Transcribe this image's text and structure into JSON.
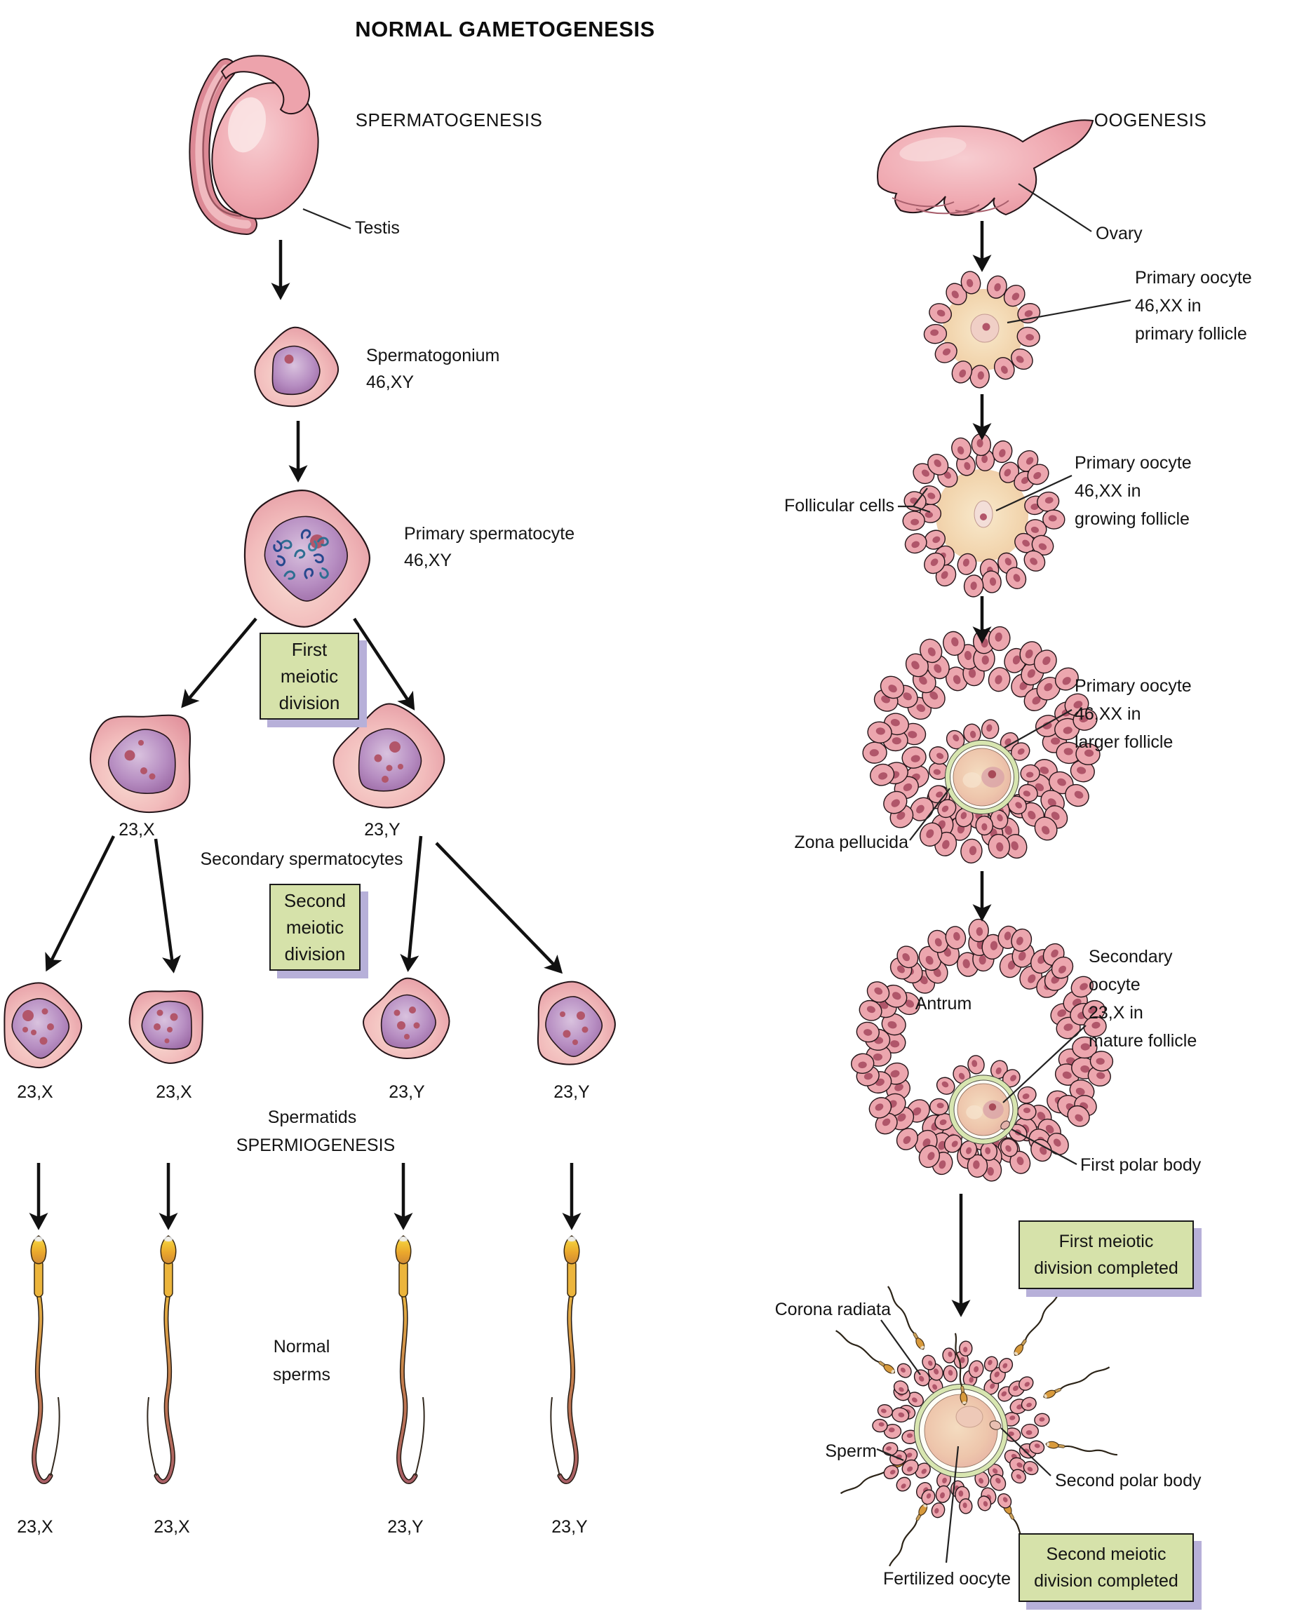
{
  "title": "NORMAL GAMETOGENESIS",
  "spermatogenesis": {
    "heading": "SPERMATOGENESIS",
    "testis_label": "Testis",
    "spermatogonium_label": [
      "Spermatogonium",
      "46,XY"
    ],
    "primary_spermatocyte_label": [
      "Primary spermatocyte",
      "46,XY"
    ],
    "first_division_box": [
      "First",
      "meiotic",
      "division"
    ],
    "secondary_left_karyotype": "23,X",
    "secondary_right_karyotype": "23,Y",
    "secondary_label": "Secondary spermatocytes",
    "second_division_box": [
      "Second",
      "meiotic",
      "division"
    ],
    "spermatid_karyotypes": [
      "23,X",
      "23,X",
      "23,Y",
      "23,Y"
    ],
    "spermatids_label": "Spermatids",
    "spermiogenesis_label": "SPERMIOGENESIS",
    "normal_sperms_label": [
      "Normal",
      "sperms"
    ],
    "sperm_karyotypes": [
      "23,X",
      "23,X",
      "23,Y",
      "23,Y"
    ]
  },
  "oogenesis": {
    "heading": "OOGENESIS",
    "ovary_label": "Ovary",
    "primary_follicle_label": [
      "Primary oocyte",
      "46,XX in",
      "primary follicle"
    ],
    "follicular_cells_label": "Follicular cells",
    "growing_follicle_label": [
      "Primary oocyte",
      "46,XX in",
      "growing follicle"
    ],
    "larger_follicle_label": [
      "Primary oocyte",
      "46,XX in",
      "larger follicle"
    ],
    "zona_pellucida_label": "Zona pellucida",
    "antrum_label": "Antrum",
    "secondary_oocyte_label": [
      "Secondary",
      "oocyte",
      "23,X in",
      "mature follicle"
    ],
    "first_polar_body_label": "First polar body",
    "first_division_box": [
      "First meiotic",
      "division completed"
    ],
    "corona_radiata_label": "Corona radiata",
    "sperm_label": "Sperm",
    "second_polar_body_label": "Second polar body",
    "fertilized_oocyte_label": "Fertilized oocyte",
    "second_division_box": [
      "Second meiotic",
      "division completed"
    ]
  },
  "colors": {
    "box_bg": "#d6e2aa",
    "box_shadow": "#b7b0d9",
    "cell_pink": "#eca6ae",
    "cell_nucleus_purple": "#9b66a4",
    "nucleolus_rose": "#b2566a",
    "follicle_interior_tan": "#f2d5ae",
    "zona_pellucida_green": "#d8e6b0",
    "sperm_head_gold": "#eaa72c",
    "arrow_black": "#111111"
  }
}
